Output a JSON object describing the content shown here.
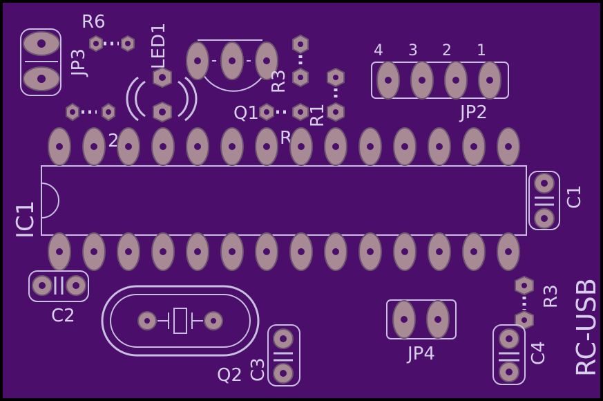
{
  "board": {
    "title": "RC-USB",
    "background": "#4b0f6b",
    "silkscreen_color": "#c9bfe0",
    "copper_color": "#a88a95"
  },
  "labels": {
    "r6": "R6",
    "jp3": "JP3",
    "led1": "LED1",
    "r3_top": "R3",
    "r1": "R1",
    "q1": "Q1",
    "r_partial": "R",
    "r2_partial": "2",
    "pin4": "4",
    "pin3": "3",
    "pin2": "2",
    "pin1": "1",
    "jp2": "JP2",
    "ic1": "IC1",
    "c1": "C1",
    "c2": "C2",
    "r3": "R3",
    "jp4": "JP4",
    "q2": "Q2",
    "c3": "C3",
    "c4": "C4"
  }
}
